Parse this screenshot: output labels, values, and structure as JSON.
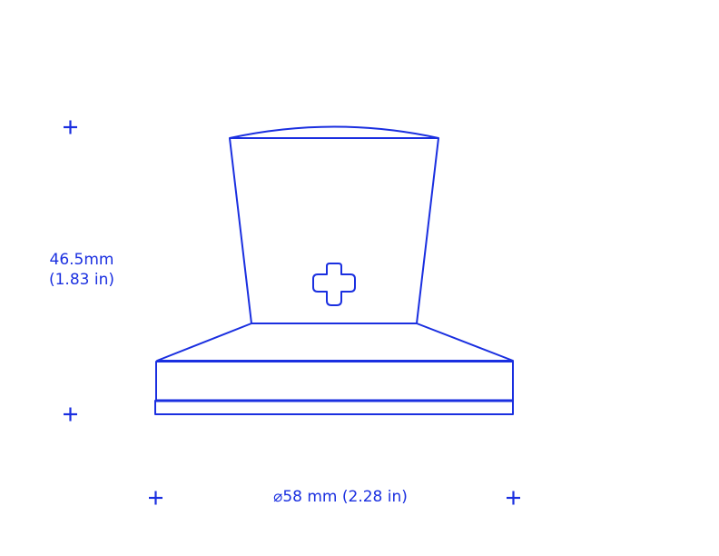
{
  "colors": {
    "stroke": "#1a2fe0",
    "background": "#ffffff"
  },
  "dimensions": {
    "height_mm": "46.5mm",
    "height_in": "(1.83 in)",
    "diameter": "⌀58 mm (2.28 in)"
  },
  "icons": {
    "crosshair": "plus-crosshair",
    "emblem": "cross-emblem"
  }
}
